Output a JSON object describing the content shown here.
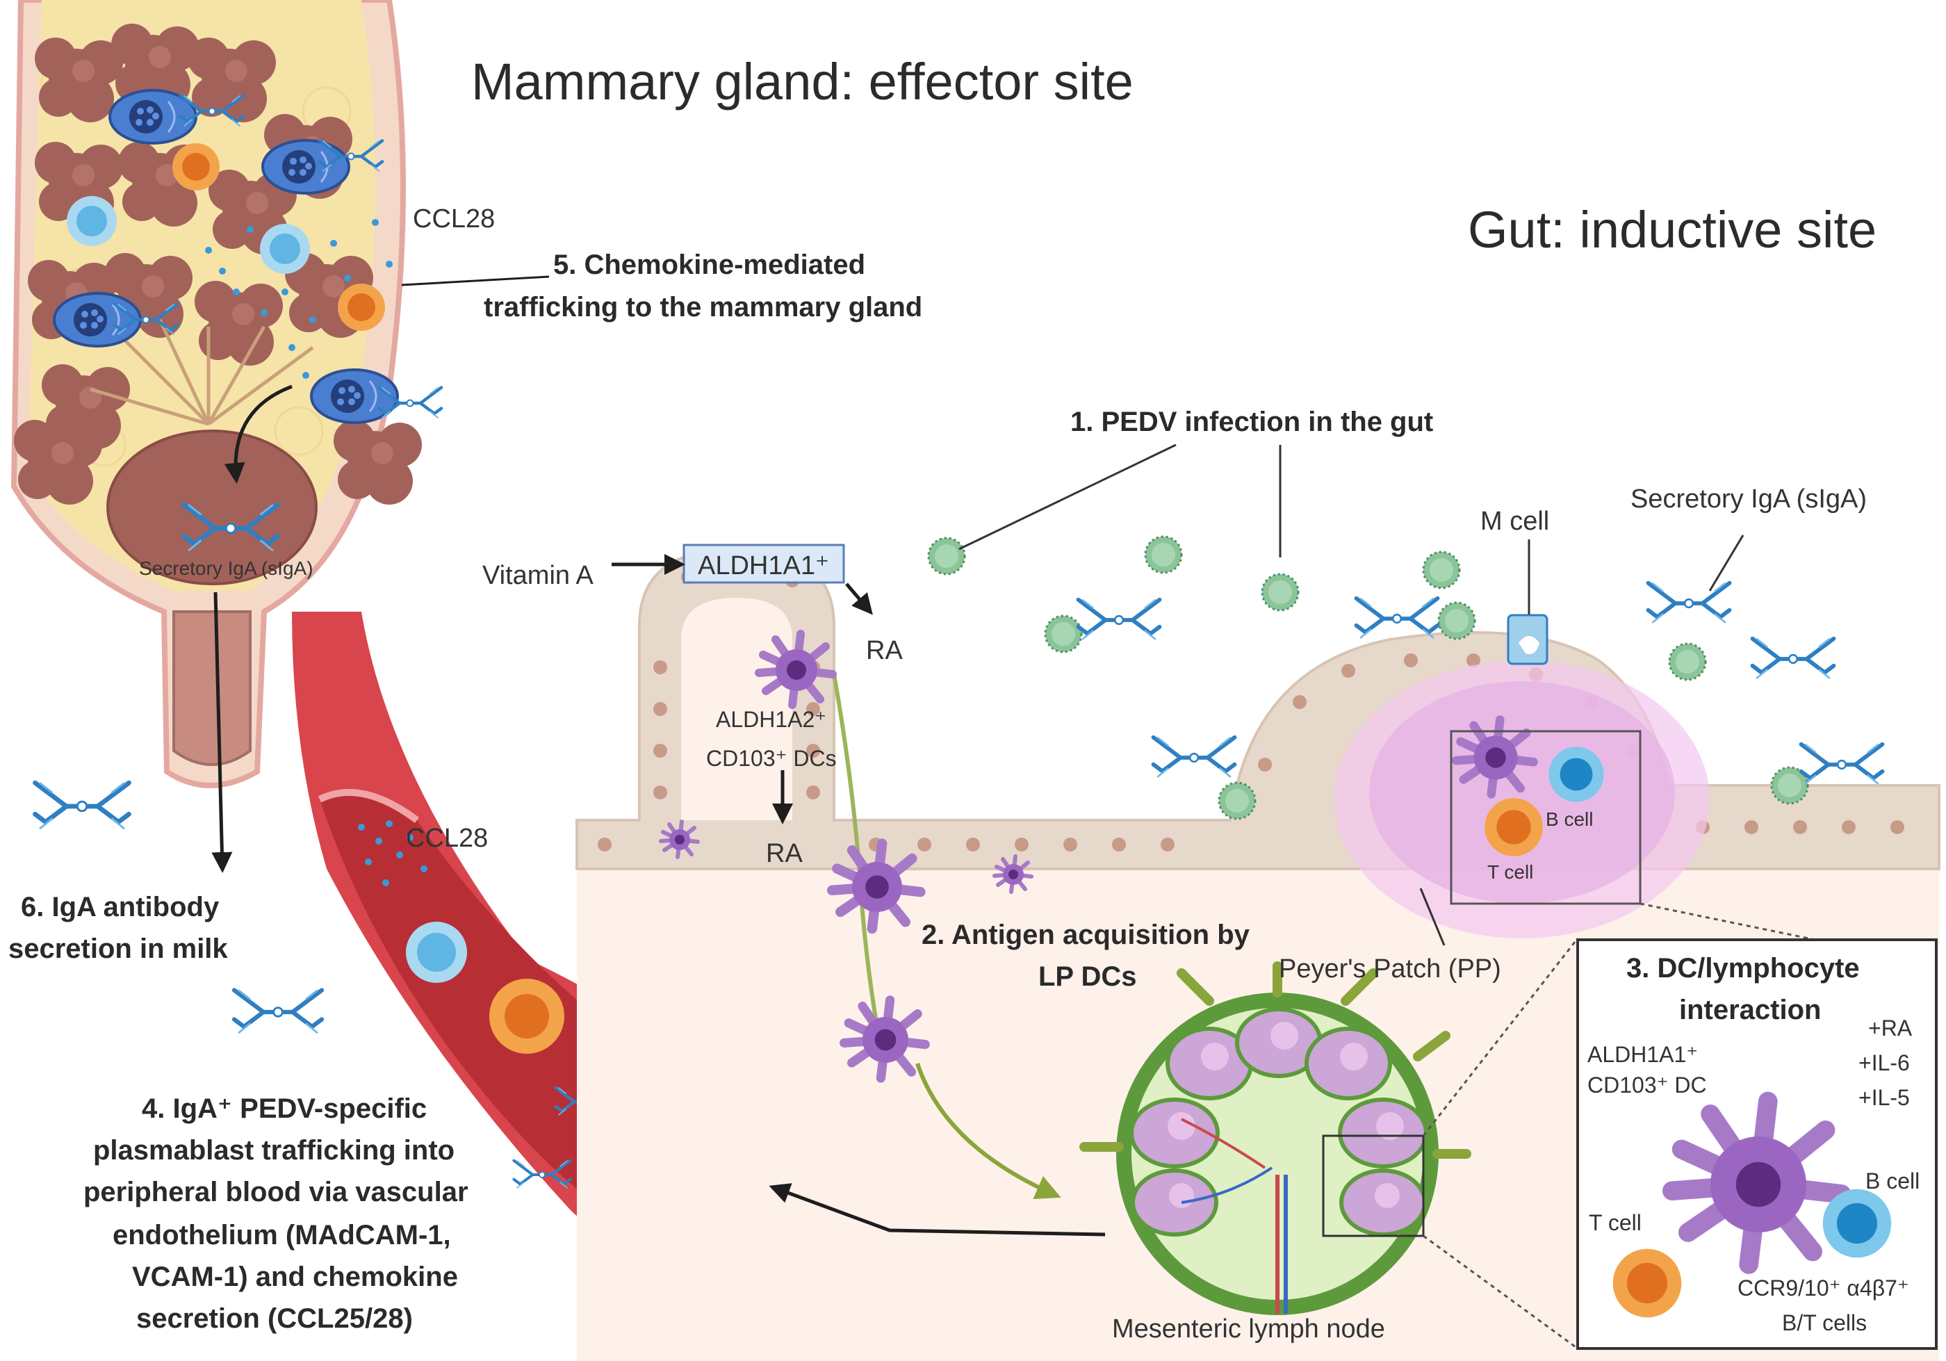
{
  "titles": {
    "effector": "Mammary gland: effector site",
    "inductive": "Gut: inductive site"
  },
  "steps": {
    "s1": "1. PEDV infection in the gut",
    "s2_l1": "2. Antigen acquisition by",
    "s2_l2": "LP DCs",
    "s3_l1": "3. DC/lymphocyte",
    "s3_l2": "interaction",
    "s4_l1": "4. IgA⁺ PEDV-specific",
    "s4_l2": "plasmablast trafficking into",
    "s4_l3": "peripheral blood via vascular",
    "s4_l4": "endothelium (MAdCAM-1,",
    "s4_l5": "VCAM-1) and chemokine",
    "s4_l6": "secretion (CCL25/28)",
    "s5_l1": "5. Chemokine-mediated",
    "s5_l2": "trafficking to the mammary gland",
    "s6_l1": "6. IgA antibody",
    "s6_l2": "secretion in milk"
  },
  "labels": {
    "ccl28_gland": "CCL28",
    "ccl28_vessel": "CCL28",
    "siga_gland": "Secretory IgA (sIgA)",
    "siga_gut": "Secretory IgA (sIgA)",
    "vitamin_a": "Vitamin A",
    "aldh1a1": "ALDH1A1⁺",
    "ra_top": "RA",
    "ra_lower": "RA",
    "aldh1a2": "ALDH1A2⁺",
    "cd103_dcs": "CD103⁺ DCs",
    "m_cell": "M cell",
    "b_cell_pp": "B cell",
    "t_cell_pp": "T cell",
    "peyers_patch": "Peyer's Patch (PP)",
    "mln": "Mesenteric lymph node",
    "inset_aldh": "ALDH1A1⁺",
    "inset_cd103": "CD103⁺ DC",
    "inset_ra": "+RA",
    "inset_il6": "+IL-6",
    "inset_il5": "+IL-5",
    "inset_bcell": "B cell",
    "inset_tcell": "T cell",
    "inset_ccr9": "CCR9/10⁺ α4β7⁺",
    "inset_bt": "B/T cells"
  },
  "colors": {
    "tissue_brown": "#a2625a",
    "gland_fat": "#f6e3a8",
    "vessel_red": "#d9454c",
    "epithelium": "#e7d8cc",
    "lamina_propria": "#fdf1ea",
    "dc_purple": "#8c55b0",
    "igA_blue": "#2f7fc2",
    "virus_green": "#8cc49a",
    "t_cell_orange": "#ef9a3a",
    "b_cell_blue": "#3aa7d8",
    "plasmablast_blue": "#3b65b8",
    "lymph_green": "#7fa83a"
  },
  "icons": [
    "antibody-icon",
    "virus-icon",
    "dendritic-cell-icon",
    "t-cell-icon",
    "b-cell-icon",
    "plasmablast-icon",
    "m-cell-icon"
  ]
}
